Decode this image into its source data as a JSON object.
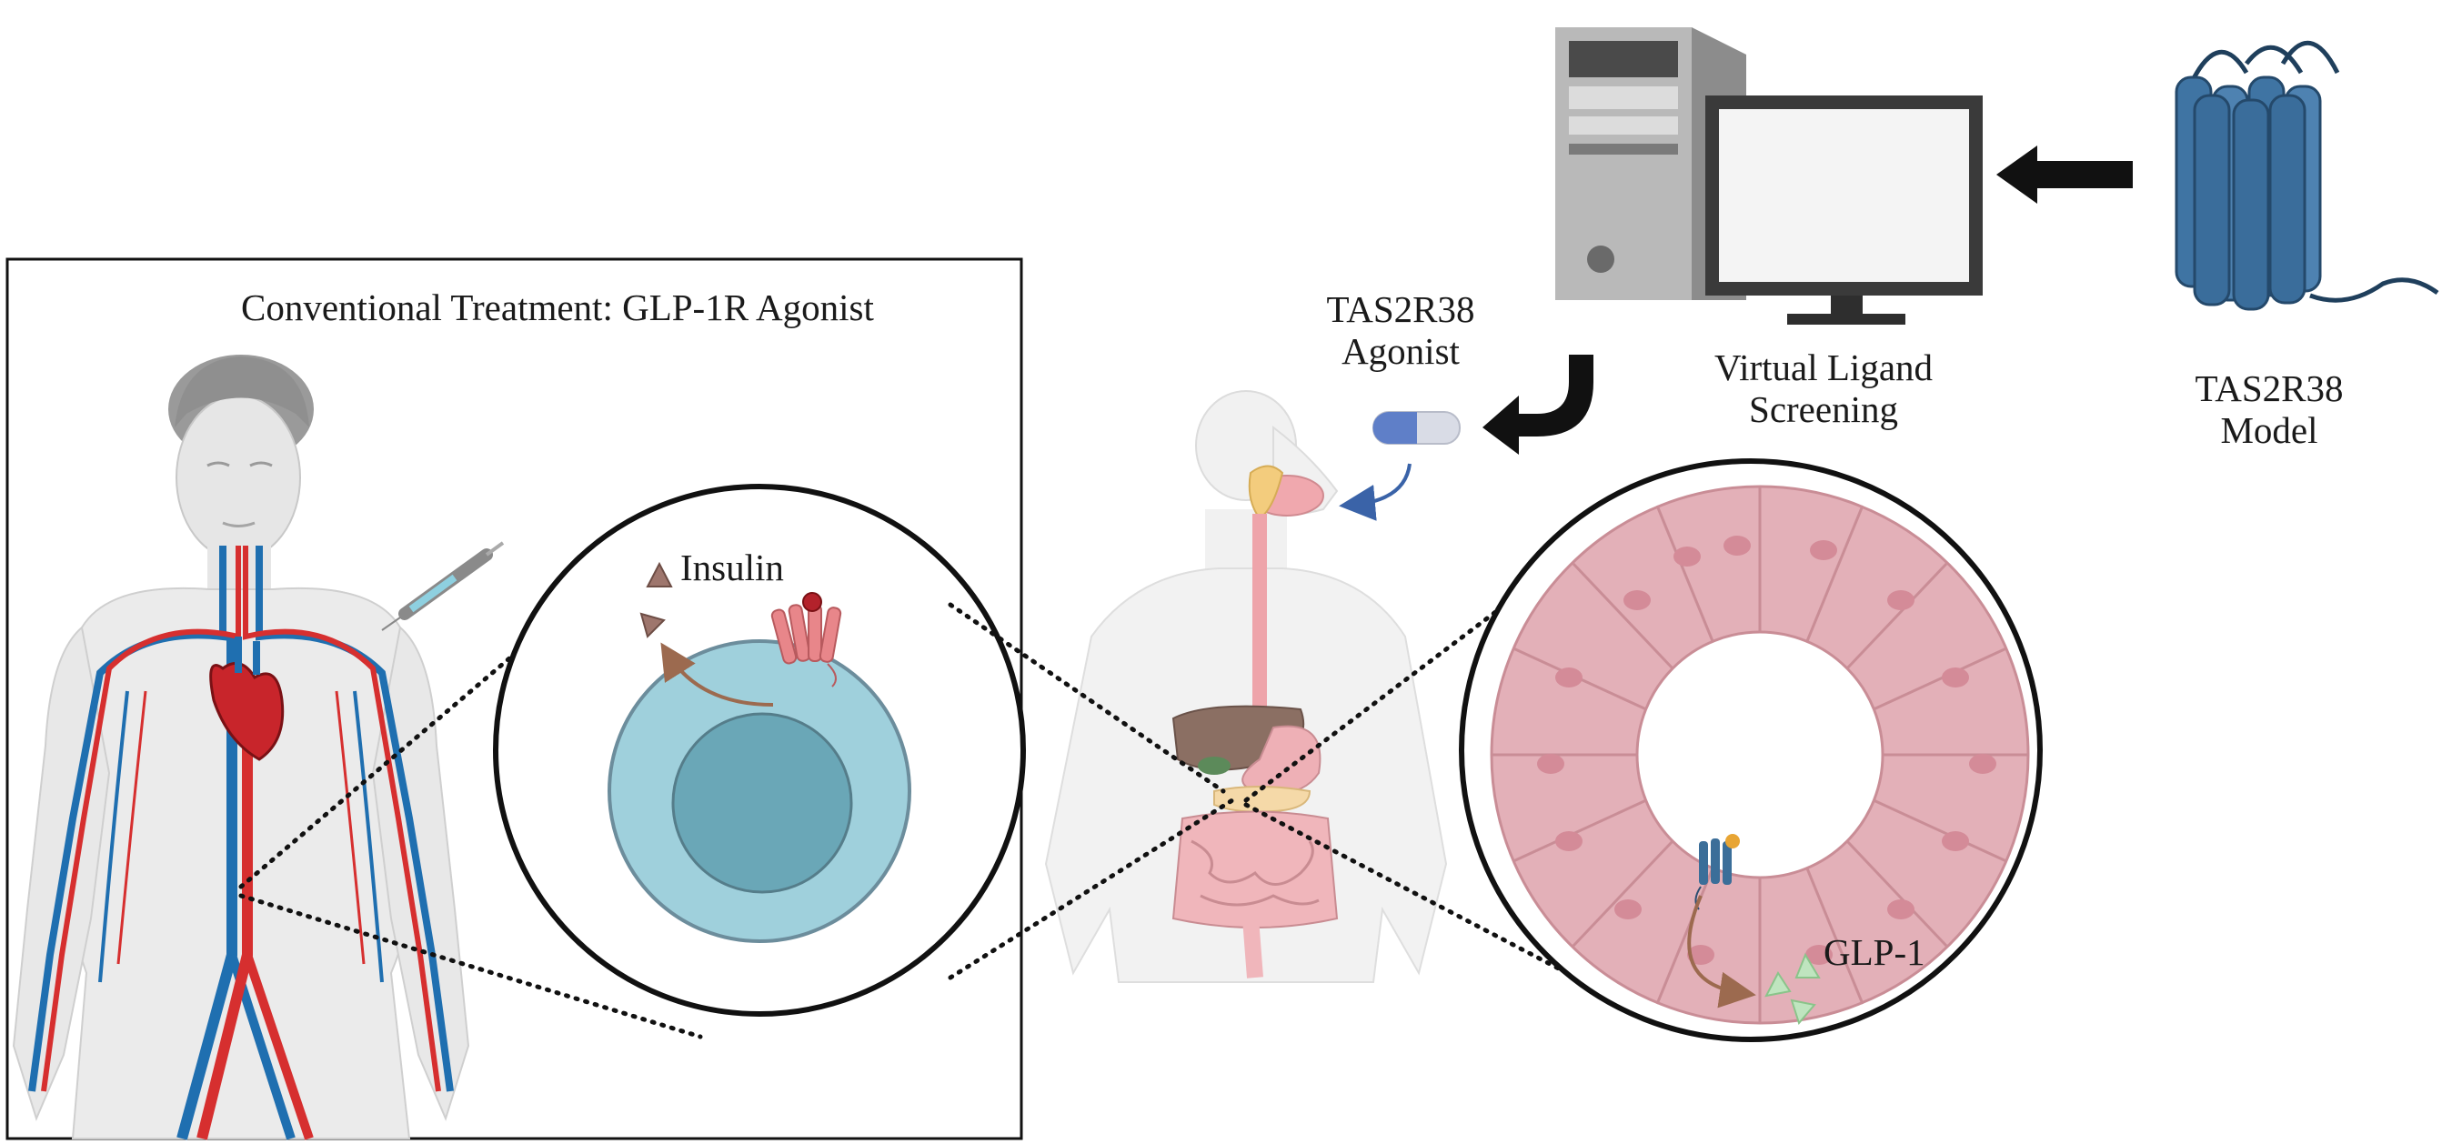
{
  "conventional_panel": {
    "title": "Conventional Treatment: GLP-1R Agonist",
    "hormone_label": "Insulin"
  },
  "proposed_pathway": {
    "agonist_label_line1": "TAS2R38",
    "agonist_label_line2": "Agonist",
    "screening_label_line1": "Virtual Ligand",
    "screening_label_line2": "Screening",
    "model_label_line1": "TAS2R38",
    "model_label_line2": "Model",
    "hormone_label": "GLP-1"
  },
  "colors": {
    "artery": "#d62f2f",
    "vein": "#1f6fb0",
    "beta_cell": "#9fd0dc",
    "beta_nucleus": "#6aa7b7",
    "receptor_pink": "#e8868a",
    "receptor_blue": "#3b6e99",
    "epithelium": "#e3b0b8",
    "insulin_marker": "#9e766d",
    "glp1_marker": "#bfe5bf"
  }
}
